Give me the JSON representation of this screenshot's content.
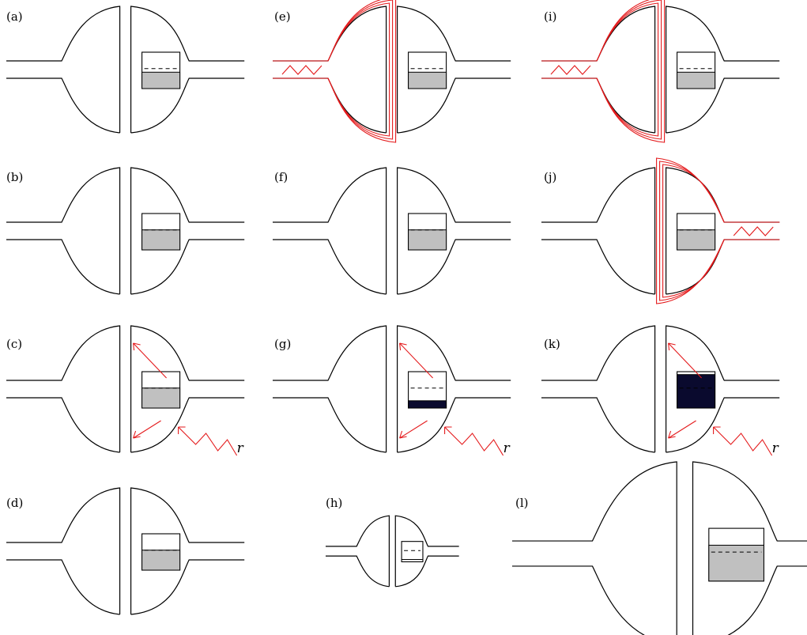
{
  "figure": {
    "panels": [
      {
        "id": "a",
        "label": "(a)",
        "variant": "plain",
        "liquid": "gray",
        "level": 0.45
      },
      {
        "id": "b",
        "label": "(b)",
        "variant": "plain",
        "liquid": "gray",
        "level": 0.55
      },
      {
        "id": "c",
        "label": "(c)",
        "variant": "expand",
        "liquid": "gray",
        "level": 0.55,
        "arrows": true,
        "spring_label": "r"
      },
      {
        "id": "d",
        "label": "(d)",
        "variant": "plain",
        "liquid": "gray",
        "level": 0.55
      },
      {
        "id": "e",
        "label": "(e)",
        "variant": "left-red",
        "liquid": "gray",
        "level": 0.45
      },
      {
        "id": "f",
        "label": "(f)",
        "variant": "plain",
        "liquid": "gray",
        "level": 0.55
      },
      {
        "id": "g",
        "label": "(g)",
        "variant": "expand",
        "liquid": "dark",
        "level": 0.2,
        "arrows": true,
        "spring_label": "r"
      },
      {
        "id": "h",
        "label": "(h)",
        "variant": "small",
        "liquid": "thin",
        "level": 0.1
      },
      {
        "id": "i",
        "label": "(i)",
        "variant": "left-red-thick",
        "liquid": "gray",
        "level": 0.45
      },
      {
        "id": "j",
        "label": "(j)",
        "variant": "right-red",
        "liquid": "gray",
        "level": 0.55
      },
      {
        "id": "k",
        "label": "(k)",
        "variant": "expand",
        "liquid": "dark",
        "level": 0.92,
        "arrows": true,
        "spring_label": "r"
      },
      {
        "id": "l",
        "label": "(l)",
        "variant": "large",
        "liquid": "gray",
        "level": 0.68
      }
    ],
    "colors": {
      "outline": "#000000",
      "accent": "#e41a1c",
      "liquid_gray": "#c0c0c0",
      "liquid_dark": "#0a0a2e"
    }
  }
}
